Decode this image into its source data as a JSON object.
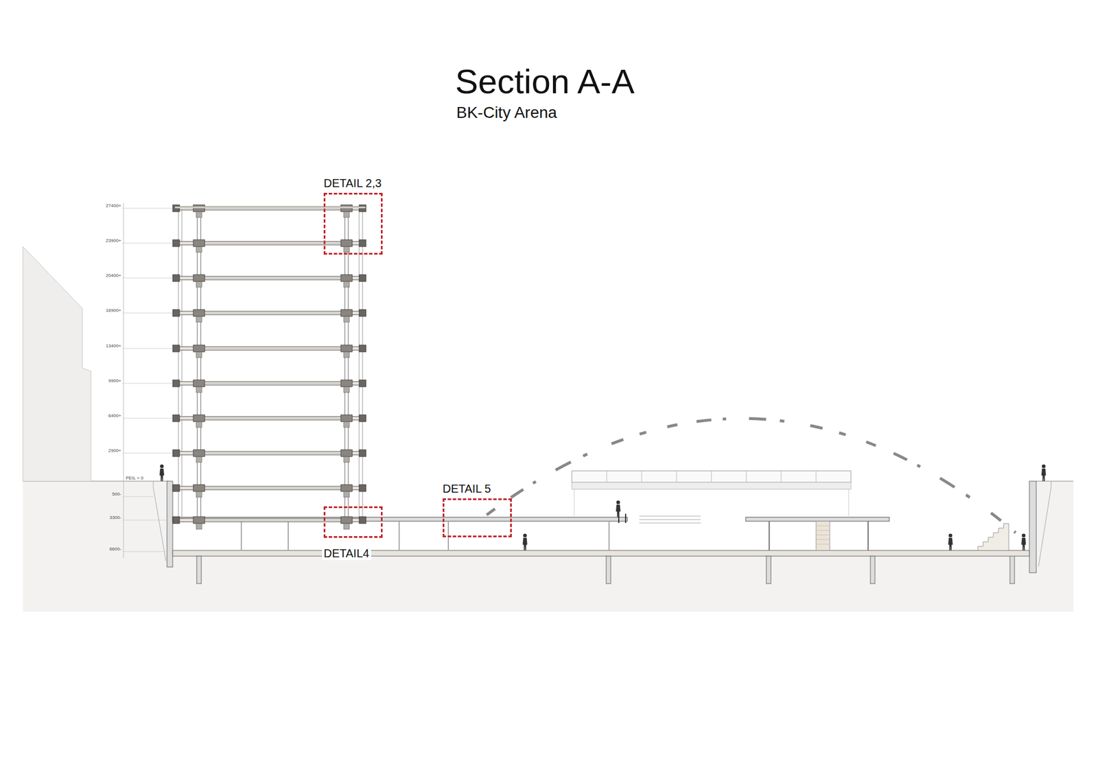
{
  "diagram": {
    "title": "Section A-A",
    "caption": "BK-City Arena",
    "nodes": [
      {
        "text": [
          "DETAIL 2,3"
        ]
      },
      {
        "text": [
          "DETAIL 5"
        ]
      },
      {
        "text": [
          "DETAIL4"
        ]
      }
    ],
    "labels": [
      "27400+",
      "23900+",
      "20400+",
      "16900+",
      "13400+",
      "9900+",
      "6400+",
      "2900+",
      "PEIL = 0",
      "500-",
      "3300-",
      "6600-"
    ]
  }
}
